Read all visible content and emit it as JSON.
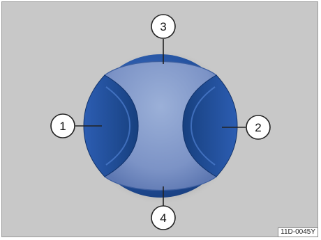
{
  "figure": {
    "id_label": "11D-0045Y"
  },
  "callouts": [
    {
      "label": "1"
    },
    {
      "label": "2"
    },
    {
      "label": "3"
    },
    {
      "label": "4"
    }
  ],
  "colors": {
    "background": "#c8c8c8",
    "knob_dark_blue": "#1f4d9a",
    "knob_light_blue": "#7d97c9",
    "callout_fill": "#ffffff",
    "callout_stroke": "#222222"
  }
}
